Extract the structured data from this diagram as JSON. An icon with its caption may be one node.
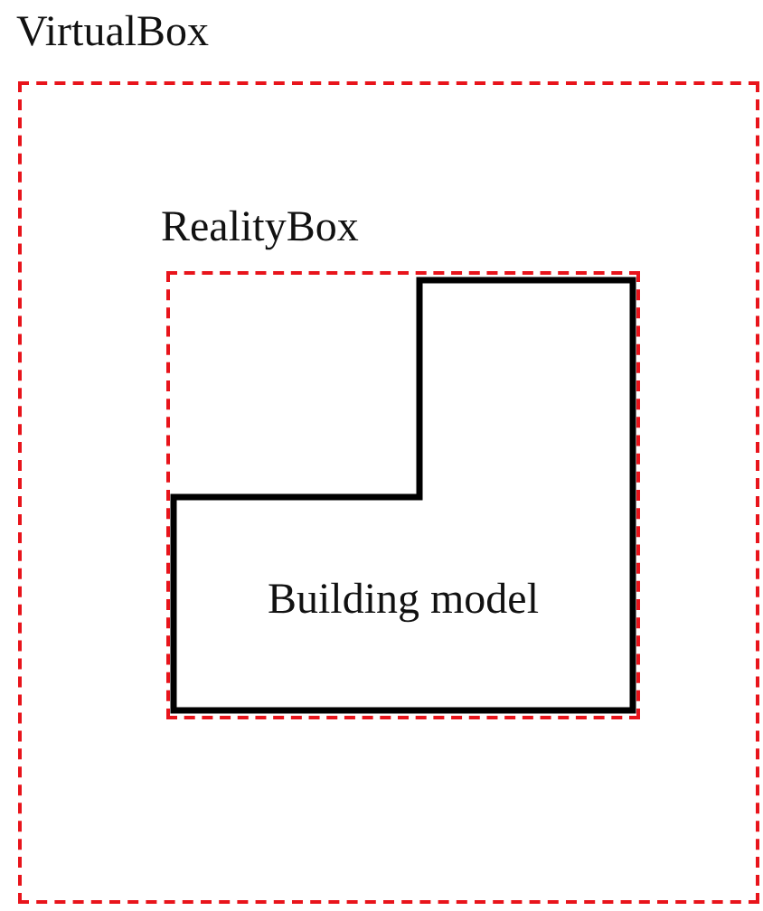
{
  "diagram": {
    "nodes": [
      {
        "text": [
          "VirtualBox"
        ]
      },
      {
        "text": [
          "RealityBox"
        ],
        "in": 0
      },
      {
        "text": [
          "Building model"
        ],
        "in": 1
      }
    ],
    "edges": []
  }
}
